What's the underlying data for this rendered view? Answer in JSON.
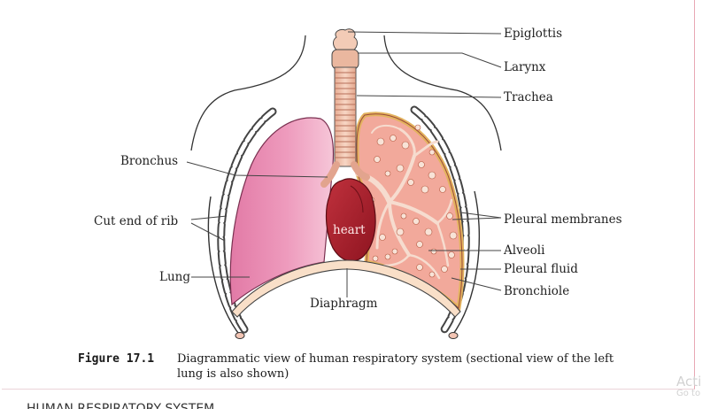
{
  "labels": {
    "epiglottis": "Epiglottis",
    "larynx": "Larynx",
    "trachea": "Trachea",
    "bronchus": "Bronchus",
    "cut_end_of_rib": "Cut end of rib",
    "pleural_membranes": "Pleural membranes",
    "heart": "heart",
    "alveoli": "Alveoli",
    "pleural_fluid": "Pleural fluid",
    "lung": "Lung",
    "bronchiole": "Bronchiole",
    "diaphragm": "Diaphragm"
  },
  "caption": {
    "figure_number": "Figure 17.1",
    "text": "Diagrammatic view of human respiratory system (sectional view of the left lung is also shown)"
  },
  "watermark": {
    "line1": "Acti",
    "line2": "Go to"
  },
  "bottom_text": "HUMAN RESPIRATORY SYSTEM",
  "colors": {
    "lung_pink": "#ea8fb5",
    "sectional_lung": "#f2a99b",
    "pleura_border": "#e3b35e",
    "heart": "#a8202e",
    "trachea": "#f0c3ad",
    "diaphragm": "#f9dfc8",
    "frame_border": "#e9a8b4"
  }
}
